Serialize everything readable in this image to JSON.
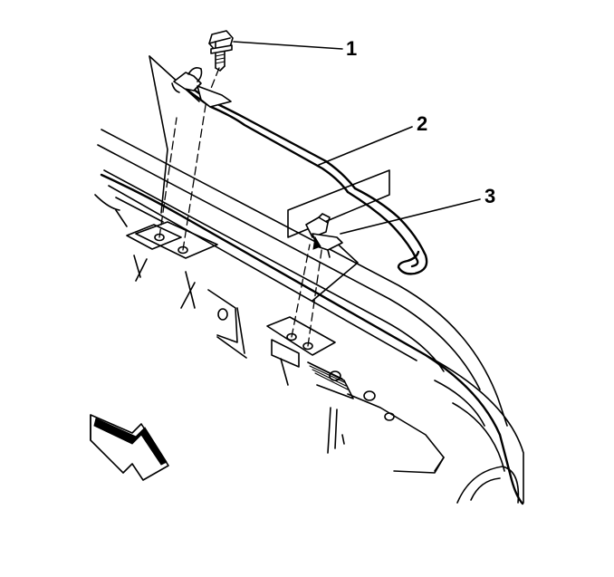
{
  "callouts": [
    {
      "label": "1",
      "part": "bolt"
    },
    {
      "label": "2",
      "part": "harness-tube"
    },
    {
      "label": "3",
      "part": "clip"
    }
  ],
  "icons": {
    "direction_arrow": "direction-arrow-icon"
  },
  "colors": {
    "line": "#000000",
    "background": "#ffffff"
  }
}
